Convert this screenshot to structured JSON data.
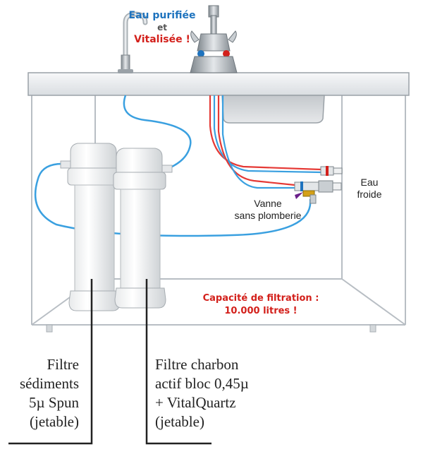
{
  "labels": {
    "purified_line1": "Eau purifiée",
    "purified_line2": "et",
    "purified_line3": "Vitalisée !",
    "valve_line1": "Vanne",
    "valve_line2": "sans plomberie",
    "cold_line1": "Eau",
    "cold_line2": "froide",
    "capacity_line1": "Capacité de filtration :",
    "capacity_line2": "10.000 litres !",
    "filter1_line1": "Filtre",
    "filter1_line2": "sédiments",
    "filter1_line3": "5µ Spun",
    "filter1_line4": "(jetable)",
    "filter2_line1": "Filtre charbon",
    "filter2_line2": "actif bloc 0,45µ",
    "filter2_line3": "+ VitalQuartz",
    "filter2_line4": "(jetable)"
  },
  "colors": {
    "brand_blue": "#1e73be",
    "alert_red": "#d3201b",
    "cold_water_line": "#3aa0e0",
    "hot_water_line": "#e53935",
    "cabinet_outline": "#b8bec4",
    "counter": "#e9ecef"
  },
  "icons": [
    "purifier-tap-icon",
    "mixer-faucet-icon",
    "sink-basin-icon",
    "valve-icon",
    "filter-housing-icon"
  ]
}
